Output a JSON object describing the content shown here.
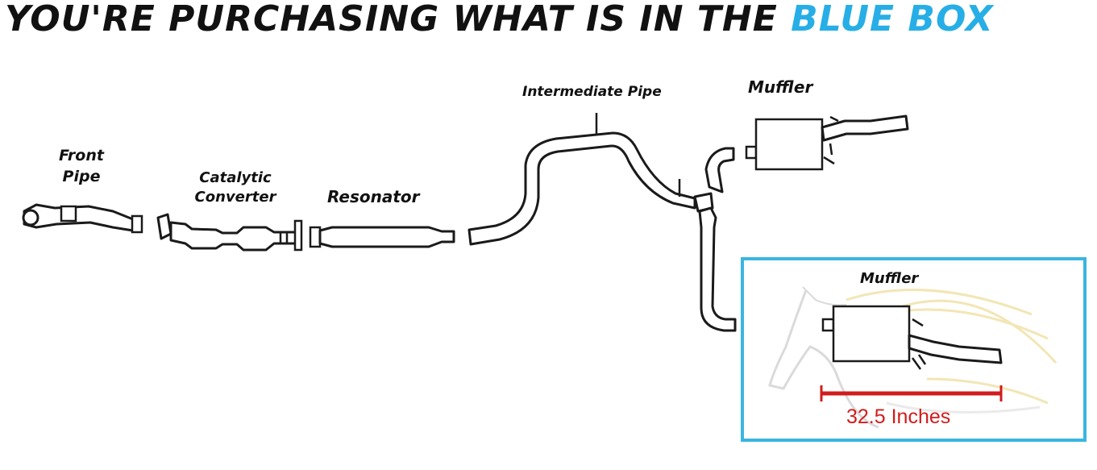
{
  "headline": {
    "main": "YOU'RE PURCHASING WHAT IS IN THE",
    "accent": "BLUE BOX"
  },
  "labels": {
    "front_pipe_line1": "Front",
    "front_pipe_line2": "Pipe",
    "catalytic_line1": "Catalytic",
    "catalytic_line2": "Converter",
    "resonator": "Resonator",
    "intermediate_pipe": "Intermediate Pipe",
    "muffler_top": "Muffler",
    "muffler_box": "Muffler"
  },
  "dimension": {
    "label": "32.5 Inches"
  },
  "colors": {
    "accent": "#27aee6",
    "box_border": "#3ab5e0",
    "dimension": "#d21c1c",
    "line": "#1a1a1a"
  },
  "icons": {
    "watermark": "horse-head-icon"
  }
}
